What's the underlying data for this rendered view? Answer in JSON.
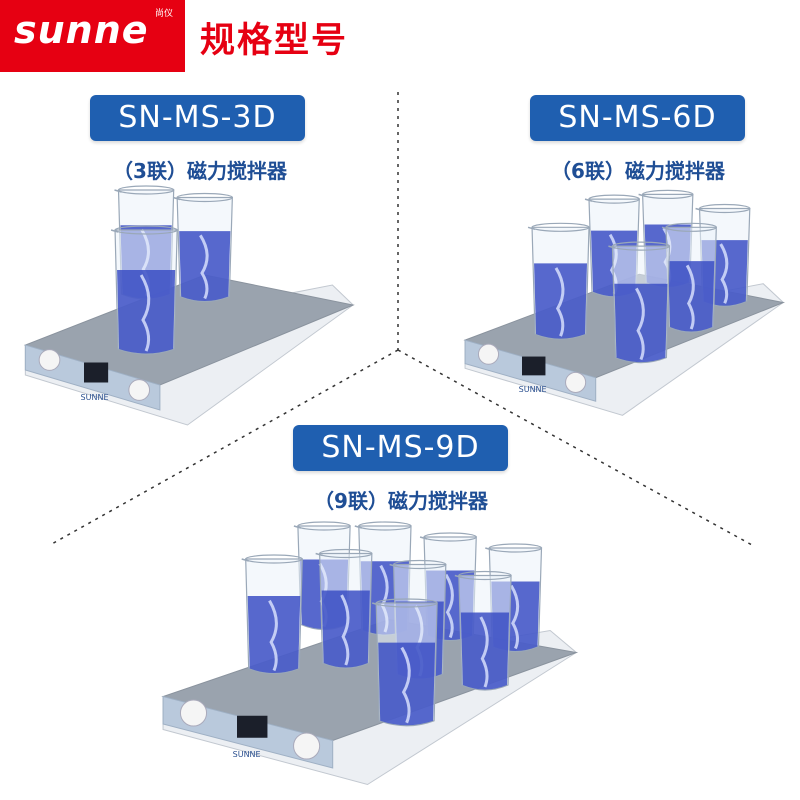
{
  "header": {
    "brand": "sunne",
    "brand_sub": "尚仪",
    "title": "规格型号"
  },
  "colors": {
    "brand_red": "#e60012",
    "badge_blue": "#1f5fb0",
    "subtitle_blue": "#1f4e95",
    "liquid_blue": "#3b4fc4"
  },
  "models": [
    {
      "name": "SN-MS-3D",
      "desc": "（3联）磁力搅拌器",
      "positions": 3,
      "panel_brand": "SUNNE"
    },
    {
      "name": "SN-MS-6D",
      "desc": "（6联）磁力搅拌器",
      "positions": 6,
      "panel_brand": "SUNNE"
    },
    {
      "name": "SN-MS-9D",
      "desc": "（9联）磁力搅拌器",
      "positions": 9,
      "panel_brand": "SUNNE"
    }
  ]
}
